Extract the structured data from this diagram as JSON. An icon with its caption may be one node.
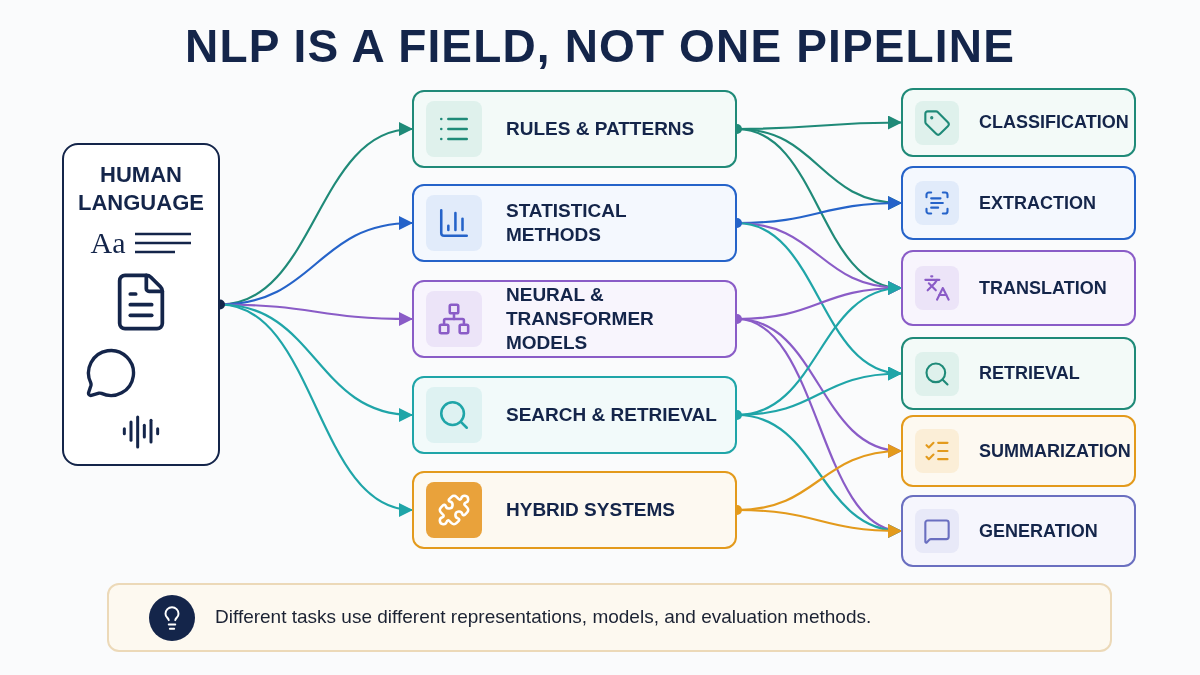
{
  "diagram": {
    "title": "NLP IS A FIELD, NOT ONE PIPELINE",
    "nodes": [
      {
        "text": [
          "HUMAN LANGUAGE",
          "Aa"
        ]
      },
      {
        "text": [
          "RULES & PATTERNS"
        ]
      },
      {
        "text": [
          "STATISTICAL METHODS"
        ]
      },
      {
        "text": [
          "NEURAL & TRANSFORMER MODELS"
        ]
      },
      {
        "text": [
          "SEARCH & RETRIEVAL"
        ]
      },
      {
        "text": [
          "HYBRID SYSTEMS"
        ]
      },
      {
        "text": [
          "CLASSIFICATION"
        ]
      },
      {
        "text": [
          "EXTRACTION"
        ]
      },
      {
        "text": [
          "TRANSLATION"
        ]
      },
      {
        "text": [
          "RETRIEVAL"
        ]
      },
      {
        "text": [
          "SUMMARIZATION"
        ]
      },
      {
        "text": [
          "GENERATION"
        ]
      },
      {
        "text": [
          "Different tasks use different representations, models, and evaluation methods."
        ]
      }
    ],
    "edges": [
      {
        "from": 0,
        "to": 1,
        "arrow": "to",
        "color": "#1f8a78"
      },
      {
        "from": 0,
        "to": 2,
        "arrow": "to",
        "color": "#2563c9"
      },
      {
        "from": 0,
        "to": 3,
        "arrow": "to",
        "color": "#8a5cc7"
      },
      {
        "from": 0,
        "to": 4,
        "arrow": "to",
        "color": "#1fa5a8"
      },
      {
        "from": 0,
        "to": 5,
        "arrow": "to",
        "color": "#1fa5a8"
      },
      {
        "from": 1,
        "to": 6,
        "arrow": "to",
        "color": "#1f8a78"
      },
      {
        "from": 1,
        "to": 7,
        "arrow": "to",
        "color": "#1f8a78"
      },
      {
        "from": 1,
        "to": 8,
        "arrow": "to",
        "color": "#1f8a78"
      },
      {
        "from": 2,
        "to": 7,
        "arrow": "to",
        "color": "#2563c9"
      },
      {
        "from": 2,
        "to": 8,
        "arrow": "to",
        "color": "#8a5cc7"
      },
      {
        "from": 2,
        "to": 9,
        "arrow": "to",
        "color": "#1fa5a8"
      },
      {
        "from": 3,
        "to": 8,
        "arrow": "to",
        "color": "#8a5cc7"
      },
      {
        "from": 3,
        "to": 10,
        "arrow": "to",
        "color": "#8a5cc7"
      },
      {
        "from": 3,
        "to": 11,
        "arrow": "to",
        "color": "#8a5cc7"
      },
      {
        "from": 4,
        "to": 8,
        "arrow": "to",
        "color": "#1fa5a8"
      },
      {
        "from": 4,
        "to": 9,
        "arrow": "to",
        "color": "#1fa5a8"
      },
      {
        "from": 4,
        "to": 11,
        "arrow": "to",
        "color": "#1fa5a8"
      },
      {
        "from": 5,
        "to": 10,
        "arrow": "to",
        "color": "#e39a1c"
      },
      {
        "from": 5,
        "to": 11,
        "arrow": "to",
        "color": "#e39a1c"
      }
    ]
  }
}
